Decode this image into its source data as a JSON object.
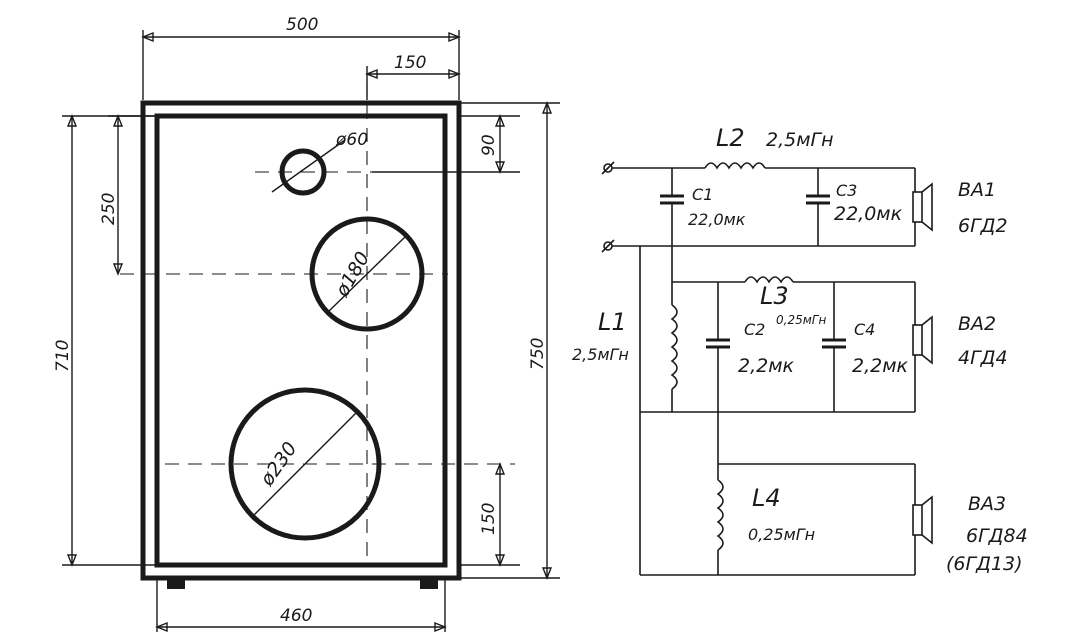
{
  "cabinet": {
    "dim_width_outer": "500",
    "dim_offset_top": "150",
    "dim_tweeter_top": "90",
    "dim_mid_center": "250",
    "dim_height_inner": "710",
    "dim_height_outer": "750",
    "dim_woofer_bottom": "150",
    "dim_width_inner": "460",
    "hole_small": "ø60",
    "hole_mid": "ø180",
    "hole_large": "ø230"
  },
  "circuit": {
    "L1": {
      "name": "L1",
      "value": "2,5мГн"
    },
    "L2": {
      "name": "L2",
      "value": "2,5мГн"
    },
    "L3": {
      "name": "L3",
      "value": "0,25мГн"
    },
    "L4": {
      "name": "L4",
      "value": "0,25мГн"
    },
    "C1": {
      "name": "C1",
      "value": "22,0мк"
    },
    "C2": {
      "name": "C2",
      "value": "2,2мк"
    },
    "C3": {
      "name": "C3",
      "value": "22,0мк"
    },
    "C4": {
      "name": "C4",
      "value": "2,2мк"
    },
    "BA1": {
      "name": "ВА1",
      "model": "6ГД2"
    },
    "BA2": {
      "name": "ВА2",
      "model": "4ГД4"
    },
    "BA3": {
      "name": "ВА3",
      "model": "6ГД84",
      "alt": "(6ГД13)"
    }
  }
}
